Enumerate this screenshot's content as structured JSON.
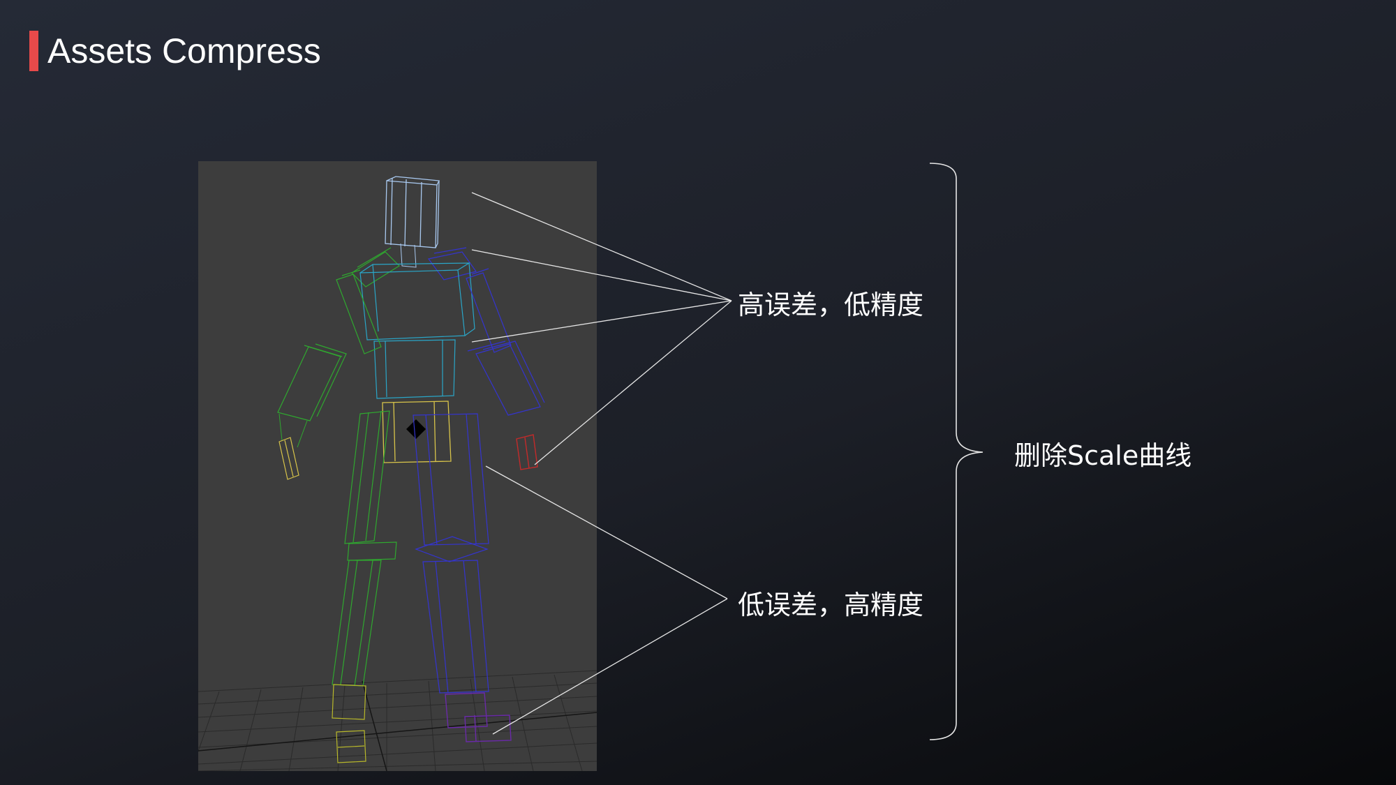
{
  "slide": {
    "title": "Assets Compress",
    "accent_color": "#e84a4a",
    "background_color": "#1f232c"
  },
  "viewport": {
    "description_icon": "skeleton-wireframe-icon",
    "background_color": "#3d3d3d",
    "bone_colors": {
      "head": "#a9c9f0",
      "spine": "#2aa6c8",
      "left_limbs": "#2fa82f",
      "right_limbs": "#3434d0",
      "pelvis": "#d8c44a",
      "left_hand": "#d8c44a",
      "right_hand": "#c42a2a",
      "left_foot": "#b8b82a",
      "right_foot": "#6a2aa8"
    }
  },
  "annotations": {
    "high_error_label": "高误差，低精度",
    "low_error_label": "低误差，高精度",
    "scale_label": "删除Scale曲线"
  }
}
